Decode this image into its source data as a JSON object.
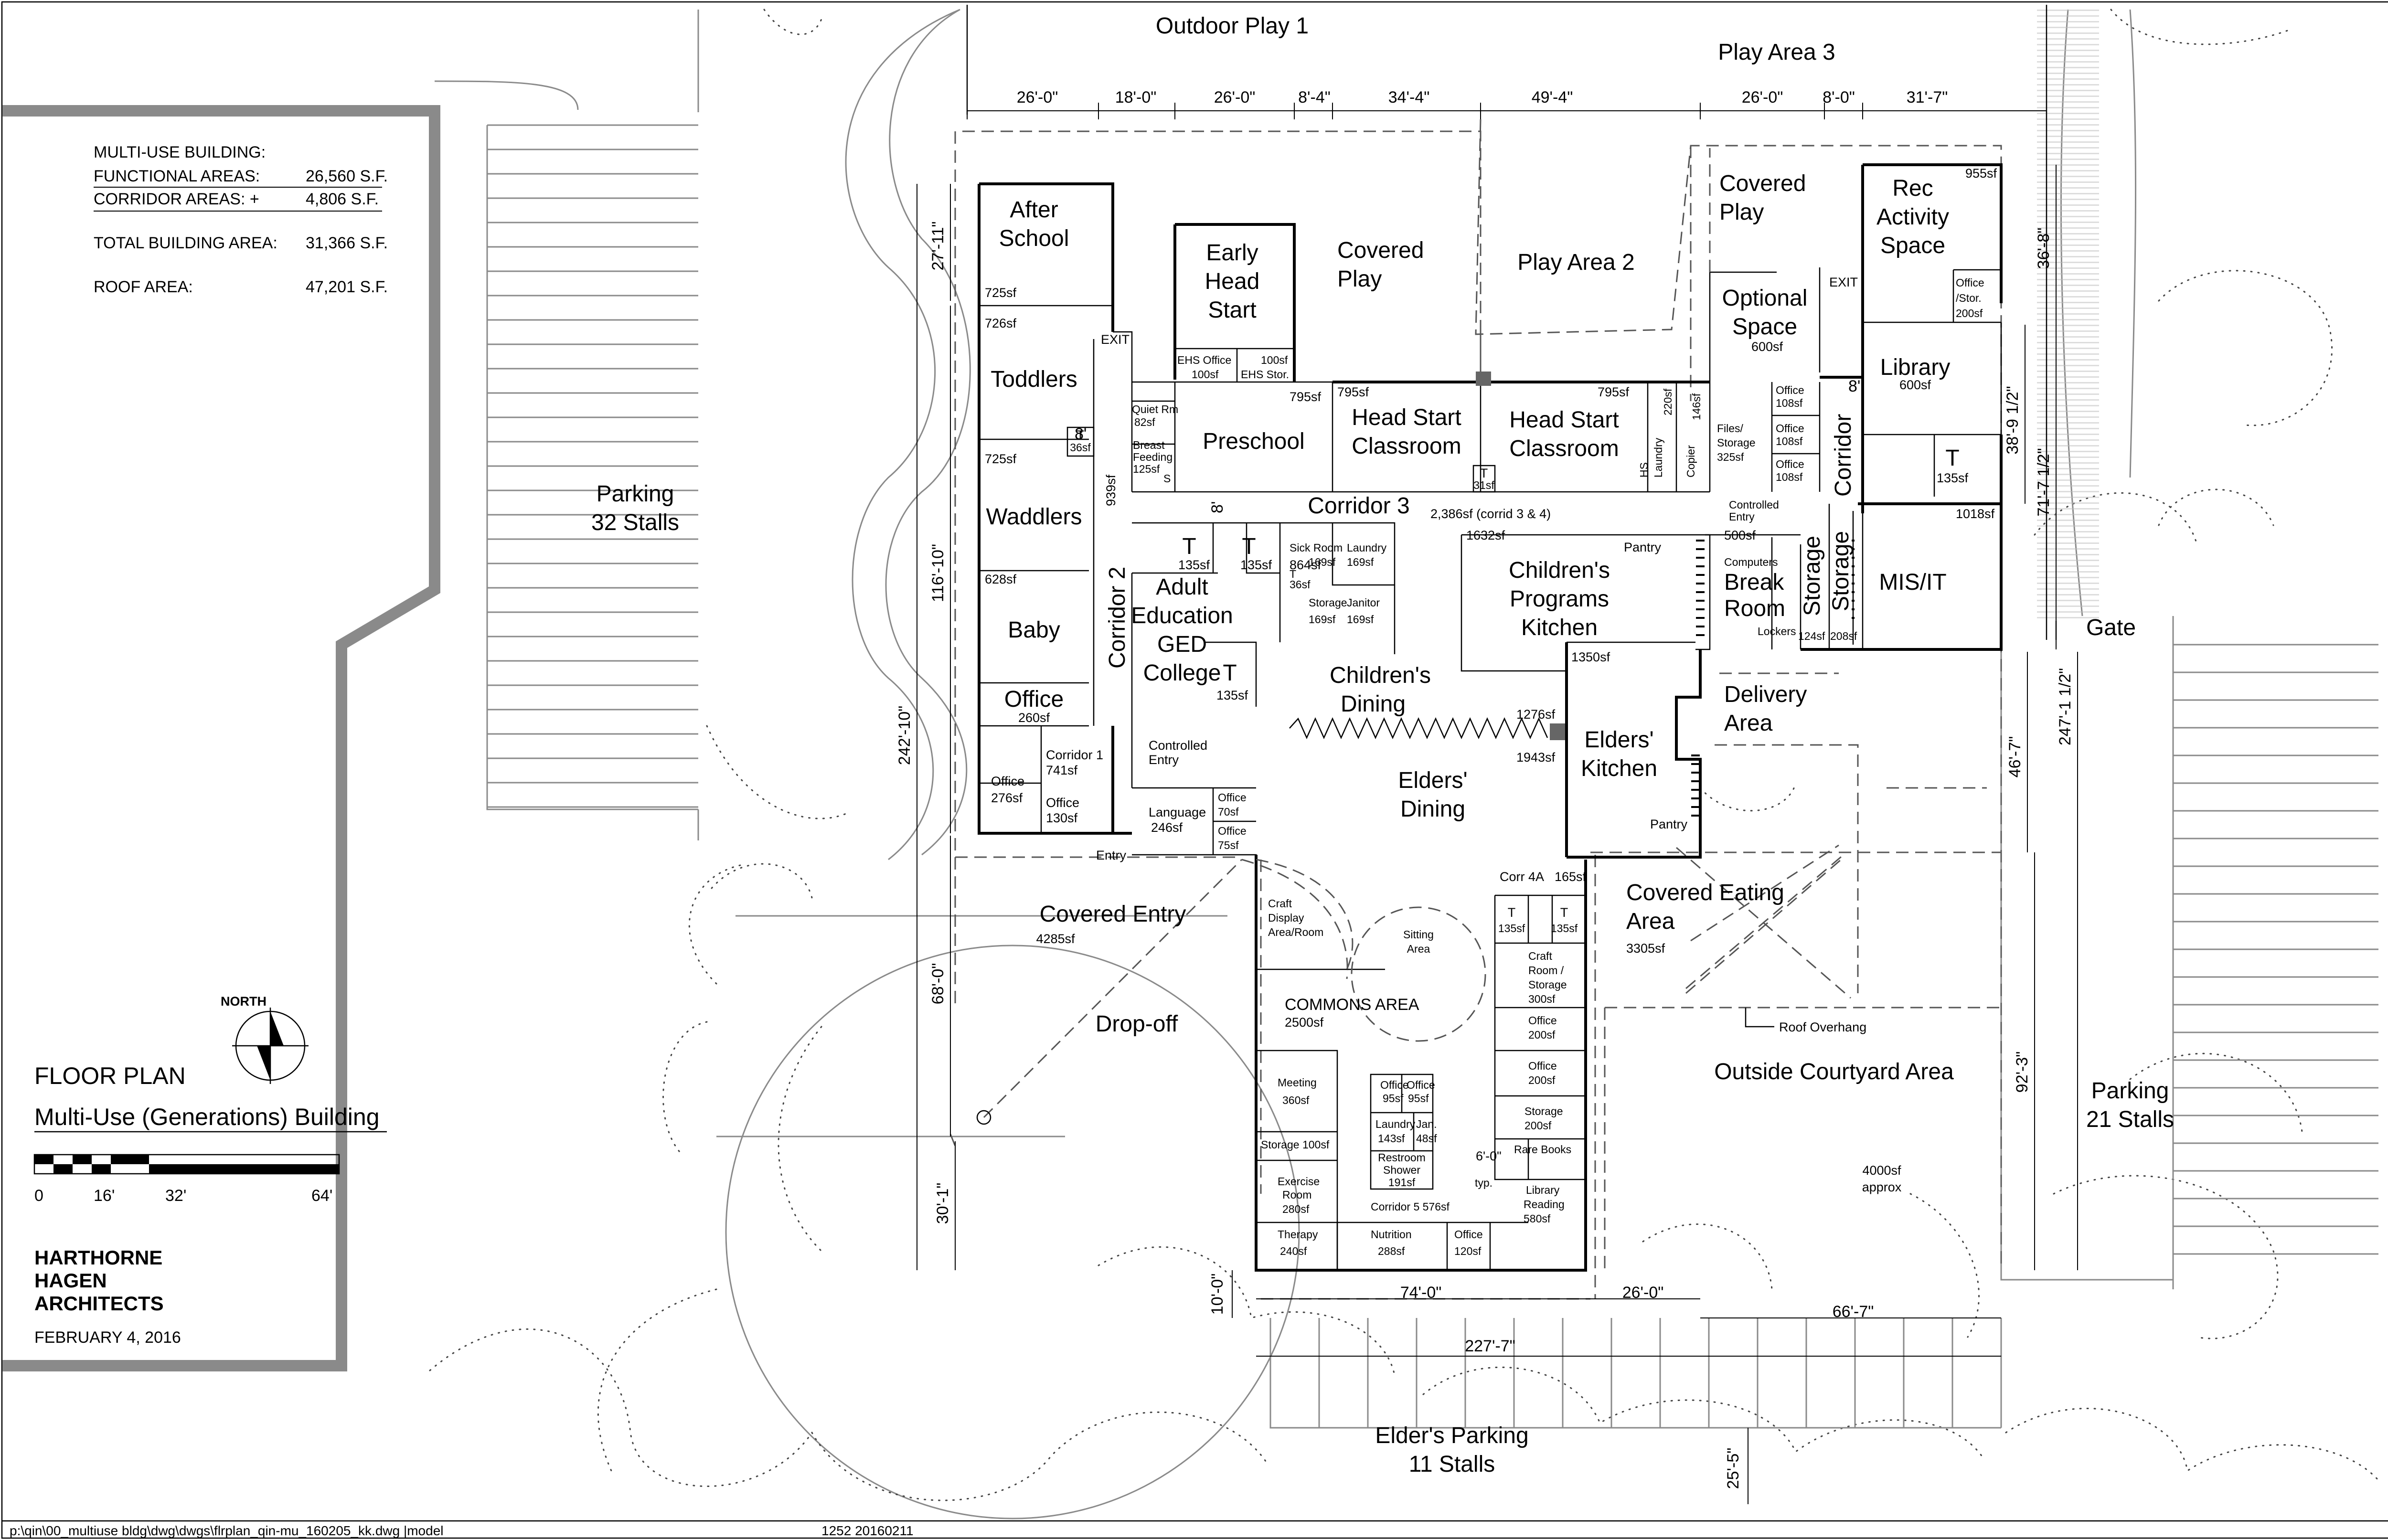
{
  "legend": {
    "header": "MULTI-USE BUILDING:",
    "rows": [
      {
        "label": "FUNCTIONAL AREAS:",
        "value": "26,560 S.F."
      },
      {
        "label": "CORRIDOR AREAS:   +",
        "value": "4,806 S.F."
      },
      {
        "label": "TOTAL BUILDING AREA:",
        "value": "31,366 S.F."
      },
      {
        "label": "ROOF AREA:",
        "value": "47,201 S.F."
      }
    ]
  },
  "title_block": {
    "north": "NORTH",
    "title": "FLOOR PLAN",
    "subtitle": "Multi-Use (Generations) Building",
    "scale": [
      "0",
      "16'",
      "32'",
      "64'"
    ],
    "firm": [
      "HARTHORNE",
      "HAGEN",
      "ARCHITECTS"
    ],
    "date": "FEBRUARY 4, 2016"
  },
  "footer": {
    "path": "p:\\qin\\00_multiuse bldg\\dwg\\dwgs\\flrplan_qin-mu_160205_kk.dwg |model",
    "stamp": "1252    20160211"
  },
  "site": {
    "parking_32": [
      "Parking",
      "32 Stalls"
    ],
    "outdoor_play_1": "Outdoor Play 1",
    "play_area_3": "Play Area 3",
    "play_area_2": "Play Area 2",
    "covered_play_a": [
      "Covered",
      "Play"
    ],
    "covered_play_b": [
      "Covered",
      "Play"
    ],
    "gate": "Gate",
    "parking_21": [
      "Parking",
      "21 Stalls"
    ],
    "elders_parking": [
      "Elder's Parking",
      "11 Stalls"
    ],
    "covered_entry": "Covered Entry",
    "covered_entry_sf": "4285sf",
    "drop_off": "Drop-off",
    "delivery_area": [
      "Delivery",
      "Area"
    ],
    "covered_eating_area": [
      "Covered Eating",
      "Area"
    ],
    "covered_eating_sf": "3305sf",
    "outside_courtyard": "Outside Courtyard Area",
    "courtyard_sf": [
      "4000sf",
      "approx"
    ],
    "roof_overhang": "Roof Overhang"
  },
  "rooms": {
    "after_school": [
      "After",
      "School"
    ],
    "after_school_sf": "725sf",
    "toddlers": "Toddlers",
    "toddlers_sf": "726sf",
    "waddlers": "Waddlers",
    "waddlers_sf": "725sf",
    "baby": "Baby",
    "baby_sf": "628sf",
    "office_260": "Office",
    "office_260_sf": "260sf",
    "office_276": [
      "Office",
      "276sf"
    ],
    "office_130": [
      "Office",
      "130sf"
    ],
    "corridor_1": [
      "Corridor 1",
      "741sf"
    ],
    "controlled_entry_1": [
      "Controlled",
      "Entry"
    ],
    "entry": "Entry",
    "exit_1": "EXIT",
    "early_head_start": [
      "Early",
      "Head",
      "Start"
    ],
    "ehs_office": [
      "EHS Office",
      "100sf"
    ],
    "ehs_stor": [
      "100sf",
      "EHS Stor."
    ],
    "covered_play_label": [
      "Covered",
      "Play"
    ],
    "quiet_rm": [
      "Quiet Rm",
      "82sf"
    ],
    "breast_feeding": [
      "Breast",
      "Feeding",
      "125sf"
    ],
    "t_36_a": [
      "T",
      "36sf"
    ],
    "s": "S",
    "preschool": "Preschool",
    "preschool_sf": "795sf",
    "hs_classroom_1": [
      "Head Start",
      "Classroom"
    ],
    "hs1_sf": "795sf",
    "hs_classroom_2": [
      "Head Start",
      "Classroom"
    ],
    "hs2_sf": "795sf",
    "t_31": [
      "T",
      "31sf"
    ],
    "hs_laundry": [
      "HS",
      "Laundry",
      "220sf"
    ],
    "copier": [
      "Copier",
      "146sf"
    ],
    "files_storage": [
      "Files/",
      "Storage",
      "325sf"
    ],
    "office_108_1": [
      "Office",
      "108sf"
    ],
    "office_108_2": [
      "Office",
      "108sf"
    ],
    "office_108_3": [
      "Office",
      "108sf"
    ],
    "optional_space": [
      "Optional",
      "Space"
    ],
    "optional_sf": "600sf",
    "rec_activity": [
      "Rec",
      "Activity",
      "Space"
    ],
    "rec_sf": "955sf",
    "office_stor": [
      "Office",
      "/Stor.",
      "200sf"
    ],
    "exit_2": "EXIT",
    "library": "Library",
    "library_sf": "600sf",
    "t_135_r": [
      "T",
      "135sf"
    ],
    "corridor_right": "Corridor",
    "corridor_right_sf": "8'",
    "mis_it": "MIS/IT",
    "mis_sf": "1018sf",
    "corridor_3": "Corridor 3",
    "corridor_3_sf": "2,386sf (corrid 3 & 4)",
    "corridor_2": "Corridor 2",
    "corridor_2_sf": "939sf",
    "t_135_a": [
      "T",
      "135sf"
    ],
    "t_135_b": [
      "T",
      "135sf"
    ],
    "t_36_b": [
      "T",
      "36sf"
    ],
    "sick_room": [
      "Sick Room",
      "169sf"
    ],
    "laundry": [
      "Laundry",
      "169sf"
    ],
    "storage_169": [
      "Storage",
      "169sf"
    ],
    "janitor": [
      "Janitor",
      "169sf"
    ],
    "adult_ed": [
      "Adult",
      "Education",
      "GED",
      "College"
    ],
    "adult_sf": "864sf",
    "t_135_c": [
      "T",
      "135sf"
    ],
    "language": [
      "Language",
      "246sf"
    ],
    "office_70": [
      "Office",
      "70sf"
    ],
    "office_75": [
      "Office",
      "75sf"
    ],
    "childrens_kitchen": [
      "Children's",
      "Programs",
      "Kitchen"
    ],
    "ck_sf": "1632sf",
    "pantry_1": "Pantry",
    "computers_break": [
      "Computers",
      "Break",
      "Room"
    ],
    "break_sf": "500sf",
    "controlled_entry_2": [
      "Controlled",
      "Entry"
    ],
    "lockers": "Lockers",
    "storage_124": [
      "Storage",
      "124sf"
    ],
    "storage_208": [
      "Storage",
      "208sf"
    ],
    "childrens_dining": [
      "Children's",
      "Dining"
    ],
    "cd_sf": "1276sf",
    "elders_dining": [
      "Elders'",
      "Dining"
    ],
    "ed_sf": "1943sf",
    "elders_kitchen": [
      "Elders'",
      "Kitchen"
    ],
    "ek_sf": "1350sf",
    "pantry_2": "Pantry",
    "craft_display": [
      "Craft",
      "Display",
      "Area/Room"
    ],
    "sitting_area": [
      "Sitting",
      "Area"
    ],
    "commons_area": "COMMONS AREA",
    "commons_sf": "2500sf",
    "corr_4a": "Corr 4A",
    "corr_4a_sf": "165sf",
    "t_135_d": [
      "T",
      "135sf"
    ],
    "t_135_e": [
      "T",
      "135sf"
    ],
    "craft_room_storage": [
      "Craft",
      "Room /",
      "Storage",
      "300sf"
    ],
    "office_200_1": [
      "Office",
      "200sf"
    ],
    "office_200_2": [
      "Office",
      "200sf"
    ],
    "storage_200": [
      "Storage",
      "200sf"
    ],
    "rare_books": "Rare Books",
    "library_reading": [
      "Library",
      "Reading",
      "580sf"
    ],
    "meeting": [
      "Meeting",
      "360sf"
    ],
    "storage_100": "Storage 100sf",
    "office_95_1": [
      "Office",
      "95sf"
    ],
    "office_95_2": [
      "Office",
      "95sf"
    ],
    "laundry_143": [
      "Laundry",
      "143sf"
    ],
    "jan": [
      "Jan.",
      "48sf"
    ],
    "restroom_shower": [
      "Restroom",
      "Shower",
      "191sf"
    ],
    "exercise_room": [
      "Exercise",
      "Room",
      "280sf"
    ],
    "corridor_5": "Corridor 5   576sf",
    "therapy": [
      "Therapy",
      "240sf"
    ],
    "nutrition": [
      "Nutrition",
      "288sf"
    ],
    "office_120": [
      "Office",
      "120sf"
    ],
    "typ": "typ.",
    "six_ft": "6'-0\""
  },
  "dimensions": {
    "top": [
      "26'-0\"",
      "18'-0\"",
      "26'-0\"",
      "8'-4\"",
      "34'-4\"",
      "49'-4\"",
      "26'-0\"",
      "8'-0\"",
      "31'-7\""
    ],
    "left": [
      "27'-11\"",
      "116'-10\"",
      "242'-10\"",
      "68'-0\"",
      "30'-1\""
    ],
    "right": [
      "36'-8\"",
      "38'-9 1/2\"",
      "71'-7 1/2\"",
      "247'-1 1/2\"",
      "46'-7\"",
      "92'-3\""
    ],
    "bottom": [
      "74'-0\"",
      "26'-0\"",
      "66'-7\"",
      "227'-7\"",
      "10'-0\"",
      "25'-5\""
    ],
    "misc": [
      "8'",
      "8'"
    ]
  }
}
